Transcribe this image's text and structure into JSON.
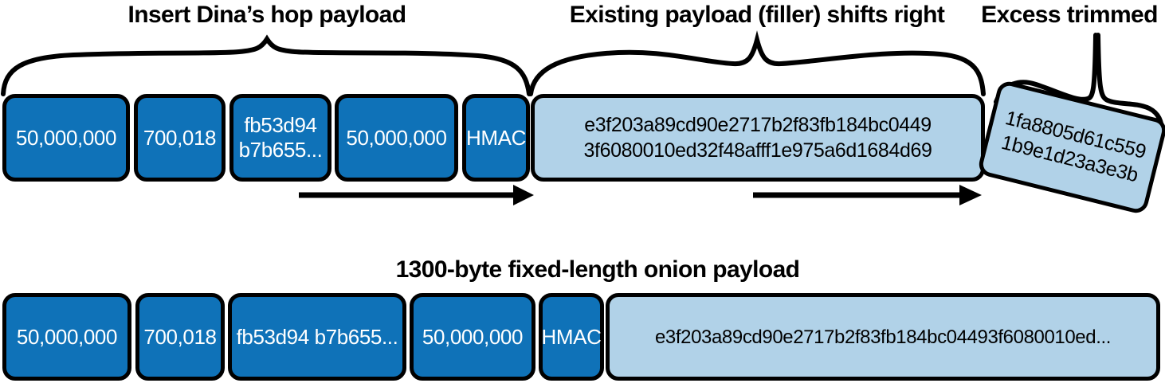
{
  "diagram": {
    "title_row2": "1300-byte fixed-length onion payload",
    "callouts": [
      {
        "name": "insert-hop-payload",
        "text": "Insert Dina’s hop payload"
      },
      {
        "name": "filler-shifts-right",
        "text": "Existing payload (filler) shifts right"
      },
      {
        "name": "excess-trimmed",
        "text": "Excess trimmed"
      }
    ],
    "row1": {
      "segments": [
        {
          "name": "amount-msat",
          "label": "50,000,000",
          "style": "dark"
        },
        {
          "name": "outgoing-cltv",
          "label": "700,018",
          "style": "dark"
        },
        {
          "name": "short-channel-id",
          "label": "fb53d94\nb7b655...",
          "style": "dark"
        },
        {
          "name": "amount-msat-2",
          "label": "50,000,000",
          "style": "dark"
        },
        {
          "name": "hmac",
          "label": "HMAC",
          "style": "dark"
        },
        {
          "name": "filler-payload",
          "label": "e3f203a89cd90e2717b2f83fb184bc0449\n3f6080010ed32f48afff1e975a6d1684d69",
          "style": "light"
        }
      ],
      "trimmed": {
        "name": "trimmed-excess",
        "label": "1fa8805d61c559\n1b9e1d23a3e3b",
        "style": "light"
      },
      "shift_arrows": [
        {
          "name": "shift-arrow-left"
        },
        {
          "name": "shift-arrow-right"
        }
      ]
    },
    "row2": {
      "segments": [
        {
          "name": "amount-msat",
          "label": "50,000,000",
          "style": "dark"
        },
        {
          "name": "outgoing-cltv",
          "label": "700,018",
          "style": "dark"
        },
        {
          "name": "short-channel-id",
          "label": "fb53d94 b7b655...",
          "style": "dark"
        },
        {
          "name": "amount-msat-2",
          "label": "50,000,000",
          "style": "dark"
        },
        {
          "name": "hmac",
          "label": "HMAC",
          "style": "dark"
        },
        {
          "name": "filler-payload",
          "label": "e3f203a89cd90e2717b2f83fb184bc04493f6080010ed...",
          "style": "light"
        }
      ]
    },
    "colors": {
      "dark_blue": "#0f72b8",
      "light_blue": "#b1d2e8",
      "outline": "#000000",
      "text_on_dark": "#ffffff",
      "text_on_light": "#000000"
    }
  }
}
